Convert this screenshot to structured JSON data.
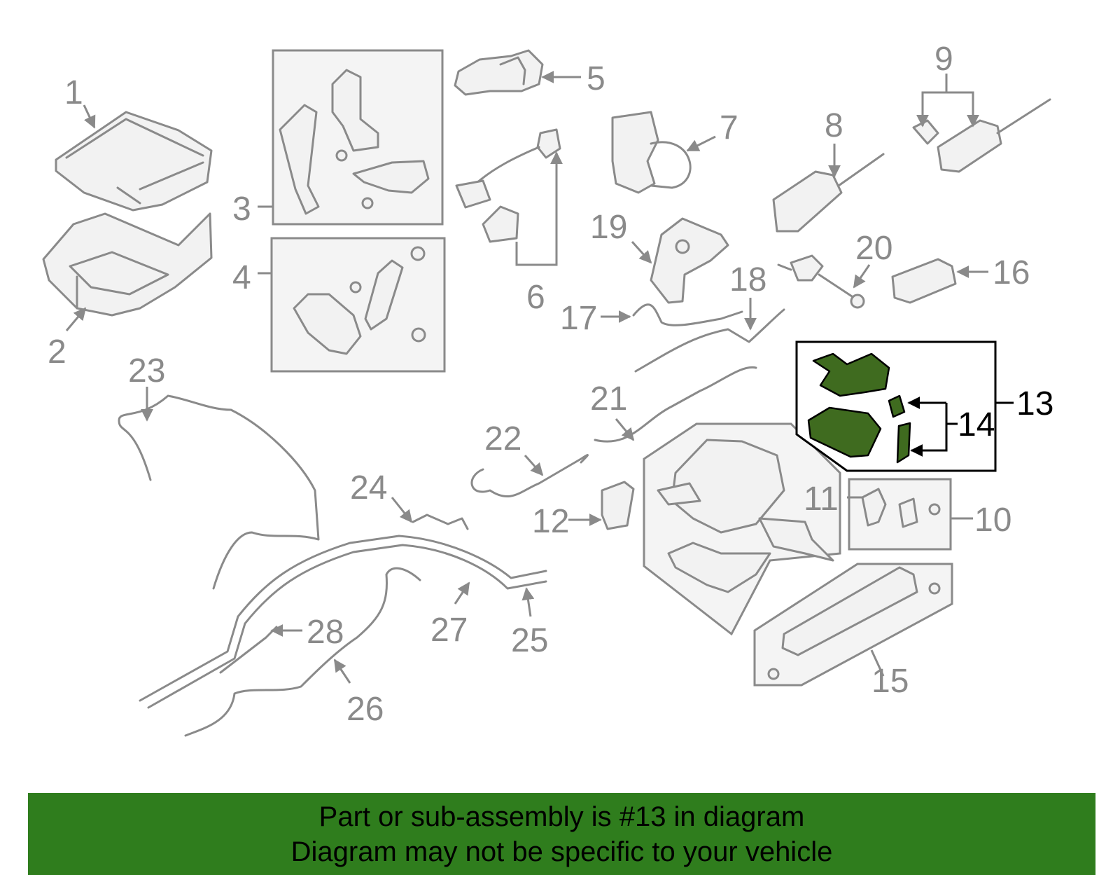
{
  "footer": {
    "line1": "Part or sub-assembly is #13 in diagram",
    "line2": "Diagram may not be specific to your vehicle"
  },
  "highlighted_callout": "13",
  "callouts": {
    "c1": "1",
    "c2": "2",
    "c3": "3",
    "c4": "4",
    "c5": "5",
    "c6": "6",
    "c7": "7",
    "c8": "8",
    "c9": "9",
    "c10": "10",
    "c11": "11",
    "c12": "12",
    "c13": "13",
    "c14": "14",
    "c15": "15",
    "c16": "16",
    "c17": "17",
    "c18": "18",
    "c19": "19",
    "c20": "20",
    "c21": "21",
    "c22": "22",
    "c23": "23",
    "c24": "24",
    "c25": "25",
    "c26": "26",
    "c27": "27",
    "c28": "28"
  },
  "colors": {
    "line": "#8a8a8a",
    "highlight": "#3f6b1f",
    "footer_bg": "#2f7d1d"
  }
}
